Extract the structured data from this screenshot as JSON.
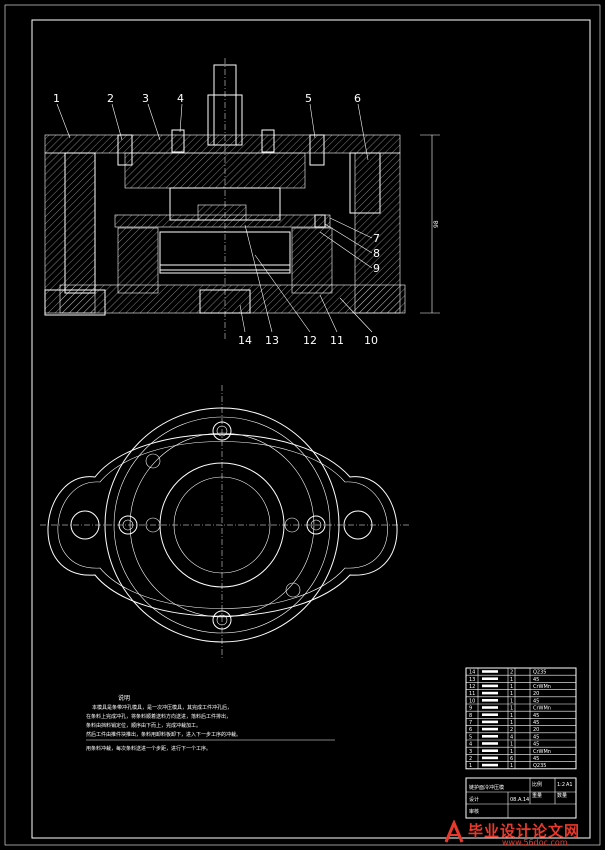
{
  "drawing": {
    "part_numbers_top": [
      "1",
      "2",
      "3",
      "4",
      "5",
      "6"
    ],
    "part_numbers_right": [
      "7",
      "8",
      "9"
    ],
    "part_numbers_bottom": [
      "14",
      "13",
      "12",
      "11",
      "10"
    ],
    "dimension_label": "98"
  },
  "notes": {
    "title": "说明",
    "line1": "本模具是条带冲孔模具，是一次冲压模具，其完成工件冲孔后，",
    "line2": "在条料上完成冲孔，将条料顺着送料方向送进，落料后工件排出，",
    "line3": "条料由挡料销定位，顺序由下而上，完成冲裁加工。",
    "line4": "然后工件由推件块推出，条料用卸料板卸下，进入下一步工序的冲裁。",
    "line5": "用条料冲裁，每次条料送进一个步距，进行下一个工序。"
  },
  "bom": {
    "rows": [
      {
        "no": "14",
        "qty": "2",
        "mat": "Q235"
      },
      {
        "no": "13",
        "qty": "1",
        "mat": "45"
      },
      {
        "no": "12",
        "qty": "1",
        "mat": "CrWMn"
      },
      {
        "no": "11",
        "qty": "1",
        "mat": "20"
      },
      {
        "no": "10",
        "qty": "1",
        "mat": "45"
      },
      {
        "no": "9",
        "qty": "1",
        "mat": "CrWMn"
      },
      {
        "no": "8",
        "qty": "1",
        "mat": "45"
      },
      {
        "no": "7",
        "qty": "1",
        "mat": "45"
      },
      {
        "no": "6",
        "qty": "2",
        "mat": "20"
      },
      {
        "no": "5",
        "qty": "4",
        "mat": "45"
      },
      {
        "no": "4",
        "qty": "1",
        "mat": "45"
      },
      {
        "no": "3",
        "qty": "1",
        "mat": "CrWMn"
      },
      {
        "no": "2",
        "qty": "6",
        "mat": "45"
      },
      {
        "no": "1",
        "qty": "1",
        "mat": "Q235"
      }
    ],
    "title_block": {
      "name": "链护面冷冲压模",
      "scale_label": "比例",
      "scale": "1:2",
      "sheet": "A1",
      "weight_label": "重量",
      "qty_label": "数量",
      "code": "08.A.14",
      "designer_label": "设计",
      "checker_label": "审核"
    }
  },
  "watermark": {
    "text": "毕业设计论文网",
    "url": "www.56doc.com"
  },
  "colors": {
    "background": "#000000",
    "lines": "#ffffff",
    "watermark": "#e83a2c"
  }
}
